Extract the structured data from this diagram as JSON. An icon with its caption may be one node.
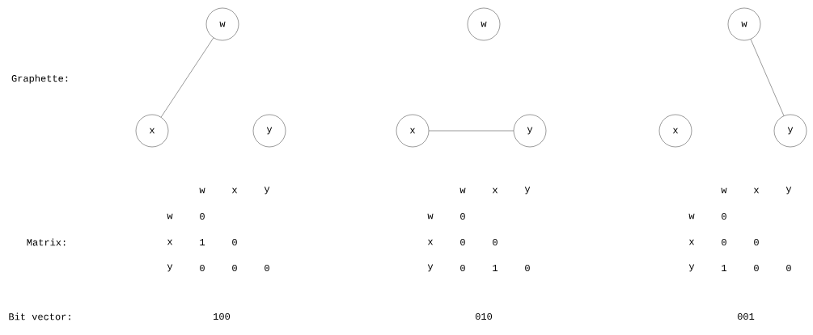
{
  "diagram": {
    "nodes": [
      {
        "text": [
          "w"
        ]
      },
      {
        "text": [
          "x"
        ]
      },
      {
        "text": [
          "y"
        ]
      },
      {
        "text": [
          "w"
        ]
      },
      {
        "text": [
          "x"
        ]
      },
      {
        "text": [
          "y"
        ]
      },
      {
        "text": [
          "w"
        ]
      },
      {
        "text": [
          "x"
        ]
      },
      {
        "text": [
          "y"
        ]
      }
    ],
    "edges": [
      {
        "from": 0,
        "to": 1,
        "arrow": "none"
      },
      {
        "from": 4,
        "to": 5,
        "arrow": "none"
      },
      {
        "from": 6,
        "to": 8,
        "arrow": "none"
      }
    ],
    "labels": [
      "Graphette:",
      "Matrix:",
      "w",
      "x",
      "y",
      "w",
      "0",
      "x",
      "1",
      "0",
      "y",
      "0",
      "0",
      "0",
      "w",
      "x",
      "y",
      "w",
      "0",
      "x",
      "0",
      "0",
      "y",
      "0",
      "1",
      "0",
      "w",
      "x",
      "y",
      "w",
      "0",
      "x",
      "0",
      "0",
      "y",
      "1",
      "0",
      "0",
      "Bit vector:",
      "100",
      "010",
      "001"
    ]
  }
}
